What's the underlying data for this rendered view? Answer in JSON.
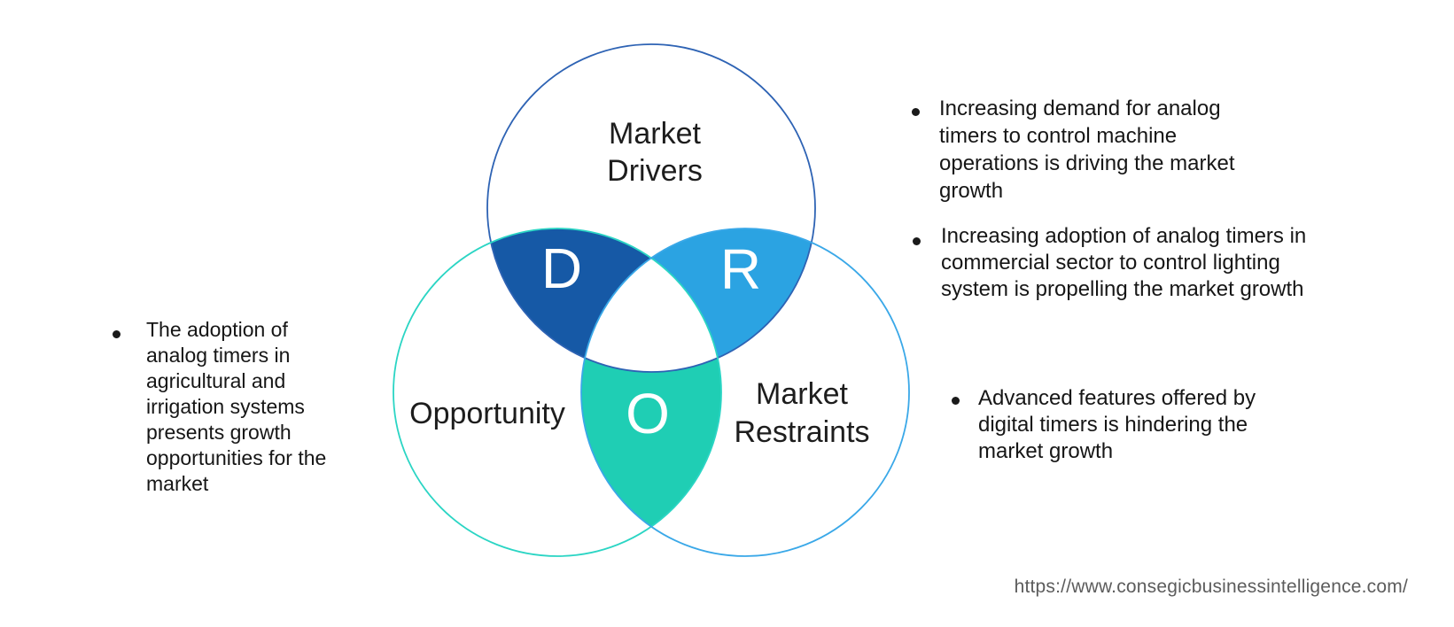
{
  "venn": {
    "drivers": {
      "label": "Market\nDrivers",
      "letter": "D",
      "fill": "#1659A6",
      "outline": "#2E63B4"
    },
    "restraints": {
      "label": "Market\nRestraints",
      "letter": "R",
      "fill": "#2BA3E2",
      "outline": "#3AA8E8"
    },
    "opportunity": {
      "label": "Opportunity",
      "letter": "O",
      "fill": "#1FCEB4",
      "outline": "#2BD5C4"
    },
    "center_fill": "#FFFFFF"
  },
  "notes": {
    "opportunity": "The adoption of\nanalog timers in\nagricultural and\nirrigation systems\npresents growth\nopportunities for the\nmarket",
    "driver_1": "Increasing demand for analog\ntimers to control machine\noperations is driving the market\ngrowth",
    "driver_2": "Increasing adoption of analog timers in\ncommercial sector to control lighting\nsystem is propelling the market growth",
    "restraint_1": "Advanced features offered by\ndigital timers is hindering the\nmarket growth"
  },
  "footer": {
    "url": "https://www.consegicbusinessintelligence.com/"
  }
}
